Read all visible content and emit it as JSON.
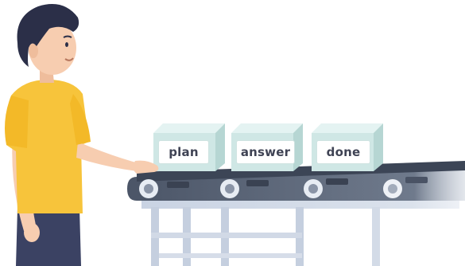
{
  "boxes": [
    {
      "label": "plan"
    },
    {
      "label": "answer"
    },
    {
      "label": "done"
    }
  ],
  "colors": {
    "shirt": "#f7c43b",
    "skin": "#f7cdb0",
    "hair": "#2b2f48",
    "pants": "#3b4263",
    "box_face": "#cfe7e5",
    "box_top": "#e4f3f2",
    "conveyor_frame": "#c9d3e3",
    "belt": "#4b5567"
  }
}
